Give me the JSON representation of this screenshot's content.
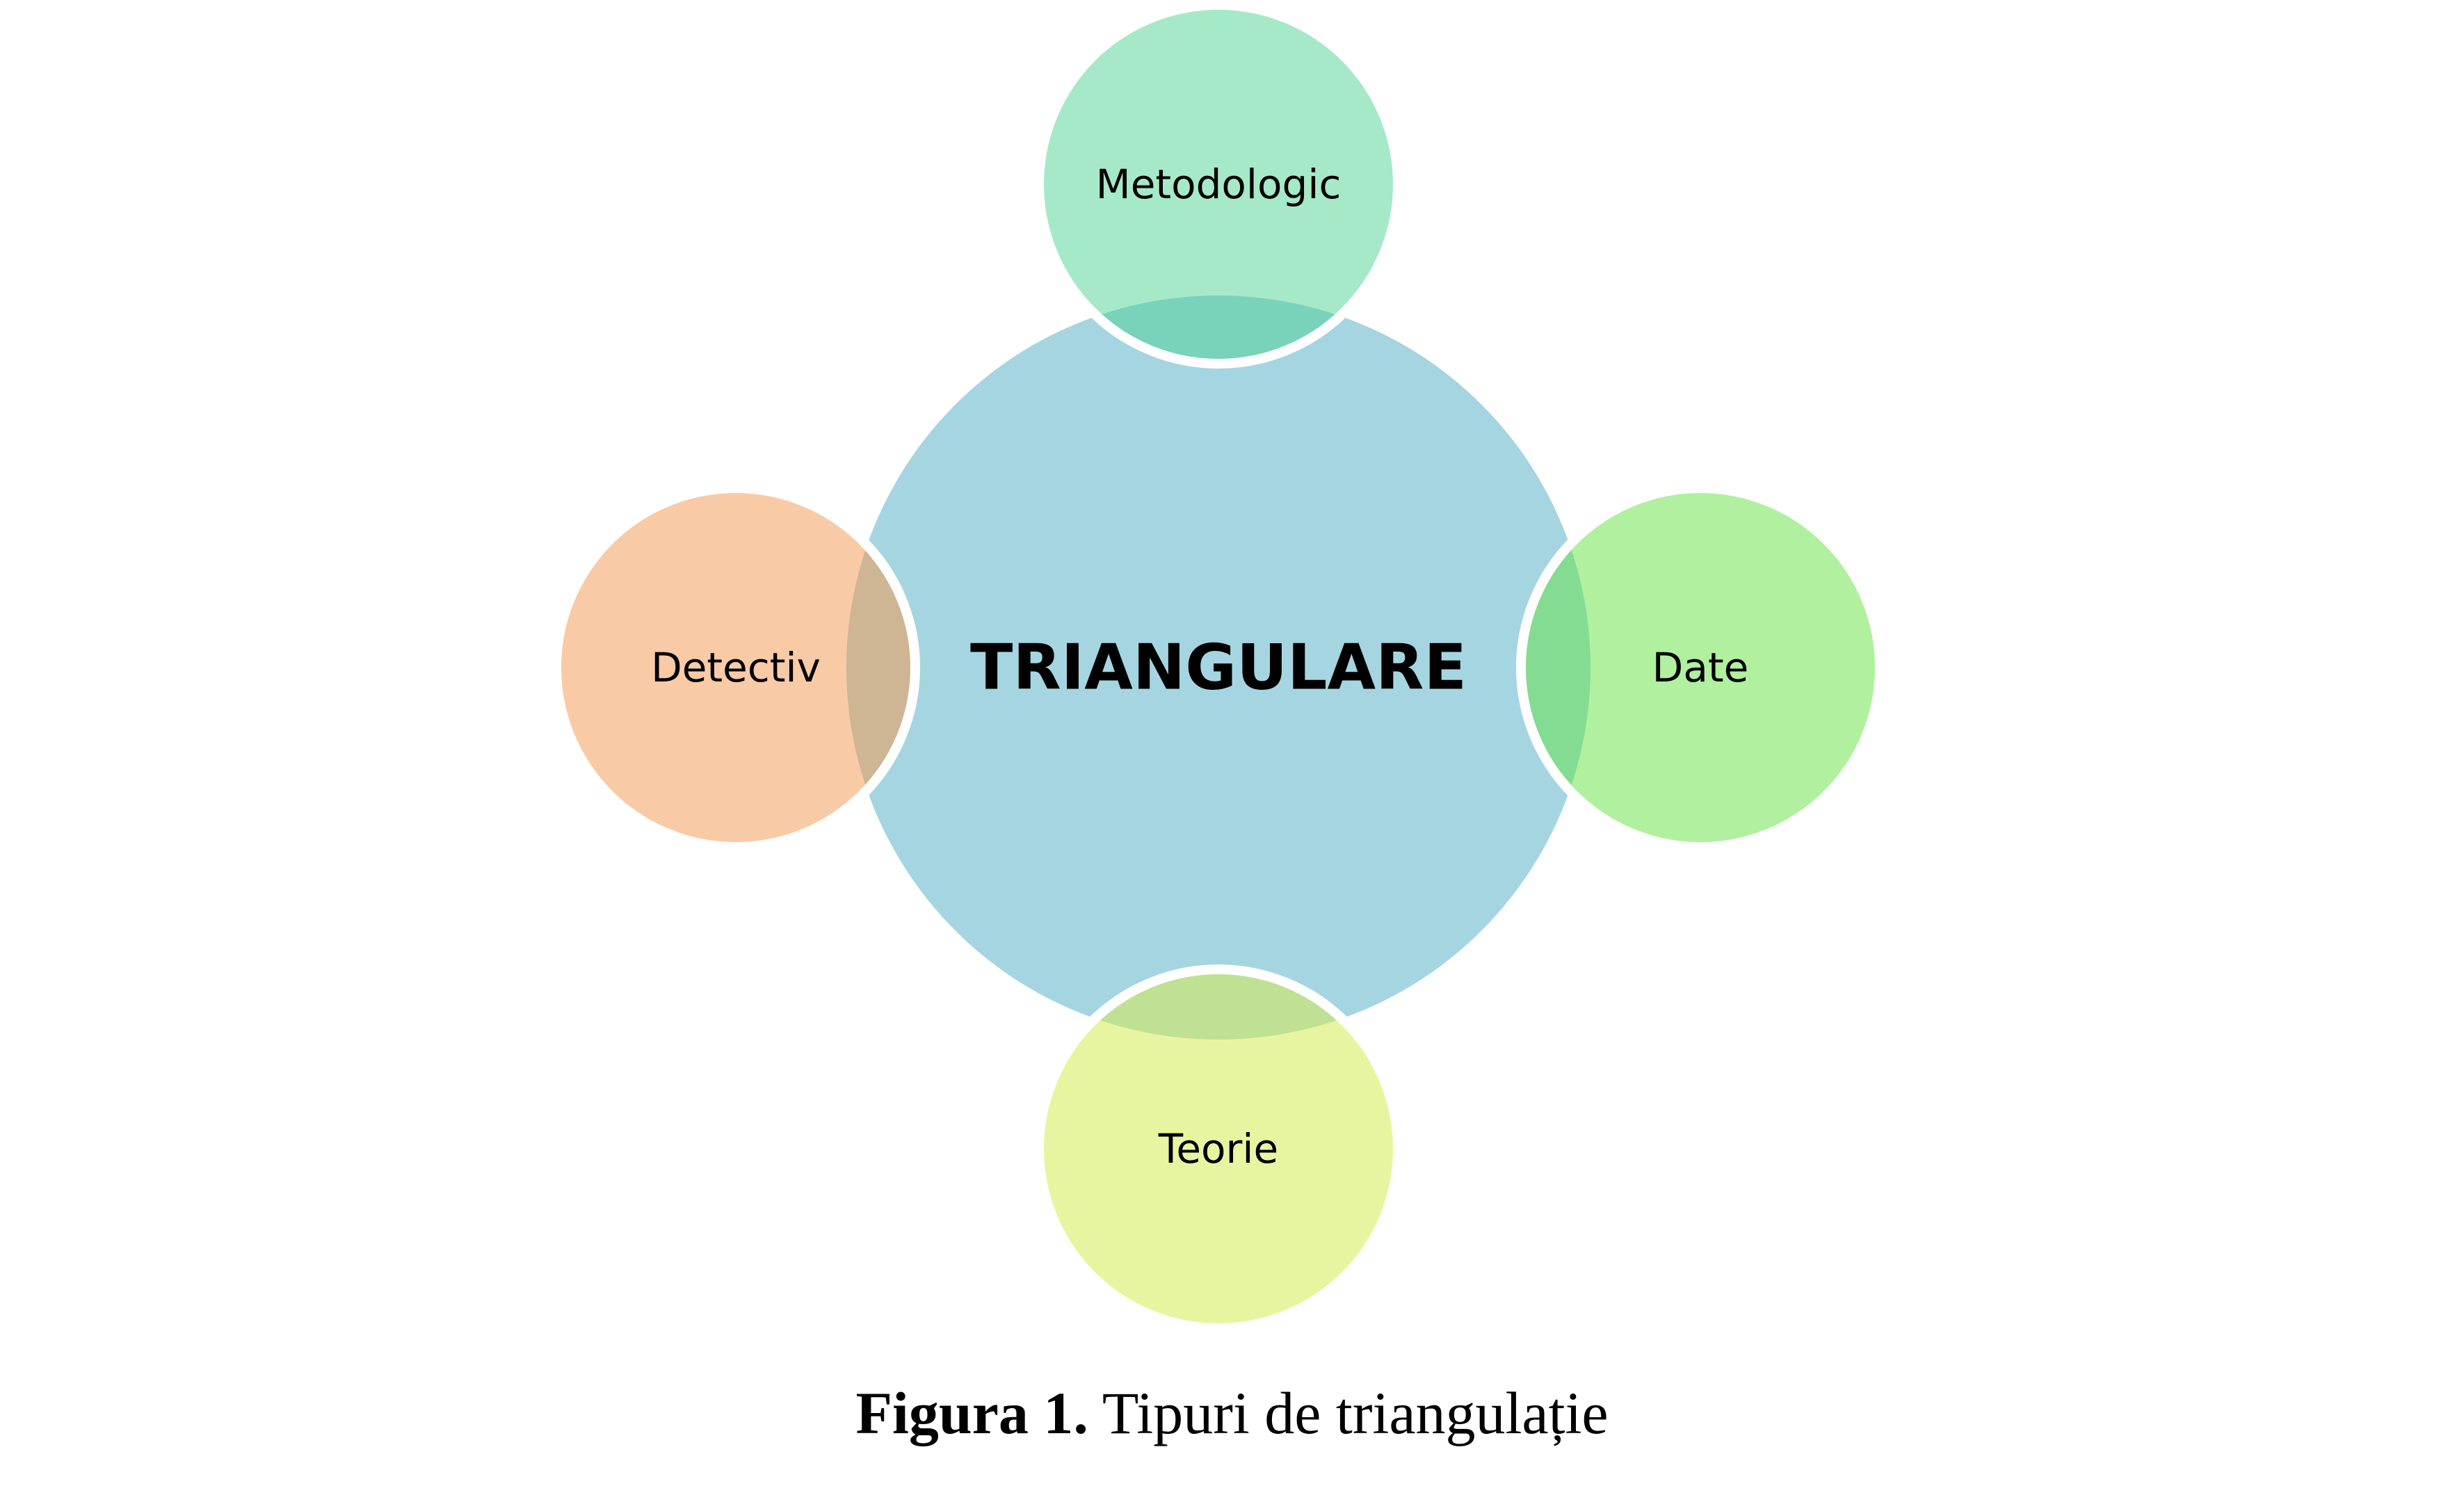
{
  "diagram": {
    "center": {
      "label": "TRIANGULARE",
      "color": "#A6D5E2"
    },
    "nodes": [
      {
        "id": "top",
        "label": "Metodologic",
        "color": "#A6E9C8",
        "overlap_color": "#79D2BA"
      },
      {
        "id": "right",
        "label": "Date",
        "color": "#B0F09E",
        "overlap_color": "#84DC92"
      },
      {
        "id": "bottom",
        "label": "Teorie",
        "color": "#E8F5A0",
        "overlap_color": "#C0E094"
      },
      {
        "id": "left",
        "label": "Detectiv",
        "color": "#F9CAA6",
        "overlap_color": "#CEB594"
      }
    ],
    "border_color": "#ffffff"
  },
  "caption": {
    "number": "Figura 1.",
    "text": " Tipuri de triangulație"
  }
}
